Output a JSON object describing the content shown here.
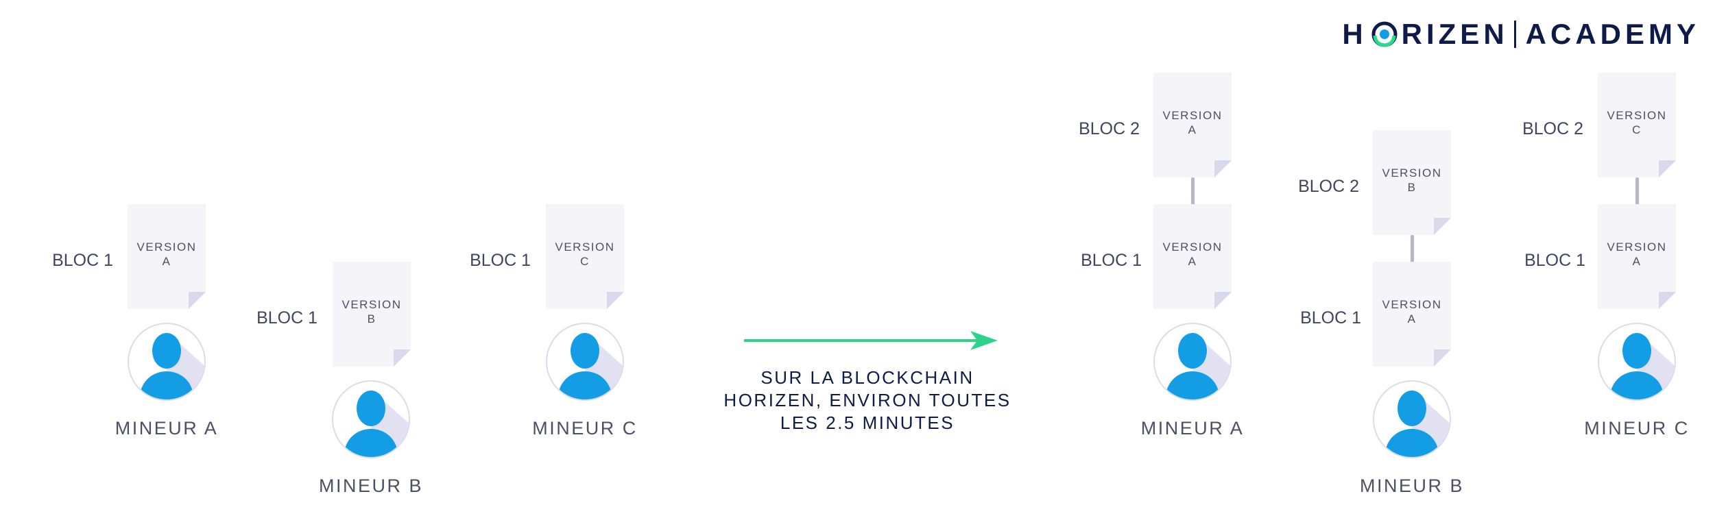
{
  "logo": {
    "word1_left": "H",
    "word1_right": "RIZEN",
    "word2": "ACADEMY",
    "colors": {
      "navy": "#0e1a47",
      "teal": "#26db8d",
      "blue": "#0e9de5"
    }
  },
  "colors": {
    "doc_fill": "#f4f4f9",
    "doc_fold": "#d9d8ec",
    "avatar_ring": "#dcdbee",
    "avatar_person": "#129de5",
    "avatar_shadow": "#d6d5ea",
    "connector": "#b6b7c8",
    "arrow": "#2dd38a"
  },
  "left": {
    "miners": [
      {
        "name": "MINEUR A",
        "bloc1": {
          "label": "BLOC 1",
          "version_word": "VERSION",
          "version": "A"
        }
      },
      {
        "name": "MINEUR B",
        "bloc1": {
          "label": "BLOC 1",
          "version_word": "VERSION",
          "version": "B"
        }
      },
      {
        "name": "MINEUR C",
        "bloc1": {
          "label": "BLOC 1",
          "version_word": "VERSION",
          "version": "C"
        }
      }
    ]
  },
  "caption": {
    "line1": "SUR LA BLOCKCHAIN",
    "line2": "HORIZEN, ENVIRON TOUTES",
    "line3": "LES 2.5 MINUTES"
  },
  "right": {
    "miners": [
      {
        "name": "MINEUR A",
        "bloc1": {
          "label": "BLOC 1",
          "version_word": "VERSION",
          "version": "A"
        },
        "bloc2": {
          "label": "BLOC 2",
          "version_word": "VERSION",
          "version": "A"
        }
      },
      {
        "name": "MINEUR B",
        "bloc1": {
          "label": "BLOC 1",
          "version_word": "VERSION",
          "version": "A"
        },
        "bloc2": {
          "label": "BLOC 2",
          "version_word": "VERSION",
          "version": "B"
        }
      },
      {
        "name": "MINEUR C",
        "bloc1": {
          "label": "BLOC 1",
          "version_word": "VERSION",
          "version": "A"
        },
        "bloc2": {
          "label": "BLOC 2",
          "version_word": "VERSION",
          "version": "C"
        }
      }
    ]
  }
}
